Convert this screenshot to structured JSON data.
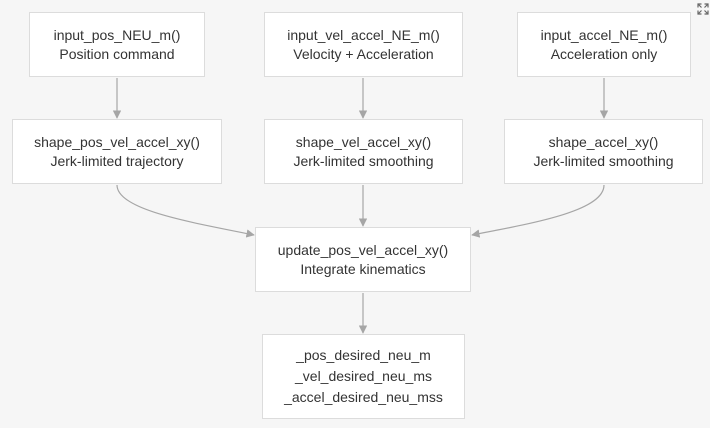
{
  "nodes": {
    "input_pos": {
      "name": "input_pos_NEU_m()",
      "desc": "Position command"
    },
    "input_vel": {
      "name": "input_vel_accel_NE_m()",
      "desc": "Velocity + Acceleration"
    },
    "input_acc": {
      "name": "input_accel_NE_m()",
      "desc": "Acceleration only"
    },
    "shape_pos": {
      "name": "shape_pos_vel_accel_xy()",
      "desc": "Jerk-limited trajectory"
    },
    "shape_vel": {
      "name": "shape_vel_accel_xy()",
      "desc": "Jerk-limited smoothing"
    },
    "shape_acc": {
      "name": "shape_accel_xy()",
      "desc": "Jerk-limited smoothing"
    },
    "update": {
      "name": "update_pos_vel_accel_xy()",
      "desc": "Integrate kinematics"
    },
    "output": {
      "lines": [
        "_pos_desired_neu_m",
        "_vel_desired_neu_ms",
        "_accel_desired_neu_mss"
      ]
    }
  },
  "edges": [
    {
      "from": "input_pos",
      "to": "shape_pos"
    },
    {
      "from": "input_vel",
      "to": "shape_vel"
    },
    {
      "from": "input_acc",
      "to": "shape_acc"
    },
    {
      "from": "shape_pos",
      "to": "update"
    },
    {
      "from": "shape_vel",
      "to": "update"
    },
    {
      "from": "shape_acc",
      "to": "update"
    },
    {
      "from": "update",
      "to": "output"
    }
  ],
  "colors": {
    "background": "#f6f6f6",
    "node_fill": "#ffffff",
    "node_border": "#dcdcdc",
    "edge": "#a6a6a6",
    "text": "#333333"
  },
  "icons": {
    "expand": "fullscreen-expand-icon"
  }
}
